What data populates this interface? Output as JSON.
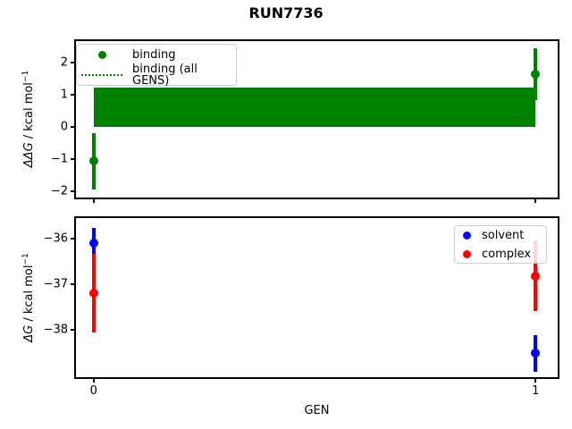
{
  "title": "RUN7736",
  "chart_data": [
    {
      "type": "errorbar",
      "panel": "top",
      "ylabel": {
        "var": "ΔΔG",
        "mid": " / kcal mol",
        "sup": "−1"
      },
      "xlabel": "",
      "xlim": [
        -0.04,
        1.05
      ],
      "ylim": [
        -2.2,
        2.66
      ],
      "grid": false,
      "yticks": [
        {
          "v": 2,
          "label": "2"
        },
        {
          "v": 1,
          "label": "1"
        },
        {
          "v": 0,
          "label": "0"
        },
        {
          "v": -1,
          "label": "−1"
        },
        {
          "v": -2,
          "label": "−2"
        }
      ],
      "xticks": [
        {
          "v": 0,
          "label": ""
        },
        {
          "v": 1,
          "label": ""
        }
      ],
      "series": [
        {
          "name": "binding",
          "color": "#008000",
          "points": [
            {
              "x": 0,
              "y": -1.07,
              "err": 0.87
            },
            {
              "x": 1,
              "y": 1.63,
              "err": 0.8
            }
          ]
        }
      ],
      "band": {
        "name": "binding (all GENS)",
        "color": "#008000",
        "x0": 0,
        "x1": 1,
        "lo": 0.0,
        "hi": 1.22,
        "center": 0.61,
        "line_style": "dotted"
      },
      "legend": {
        "location": "upper left",
        "entries": [
          {
            "label": "binding",
            "marker": "dot",
            "color": "#008000"
          },
          {
            "label": "binding (all GENS)",
            "marker": "dotted-line",
            "color": "#008000"
          }
        ]
      }
    },
    {
      "type": "errorbar",
      "panel": "bottom",
      "ylabel": {
        "var": "ΔG",
        "mid": " / kcal mol",
        "sup": "−1"
      },
      "xlabel": "GEN",
      "xlim": [
        -0.04,
        1.05
      ],
      "ylim": [
        -39.03,
        -35.56
      ],
      "grid": false,
      "yticks": [
        {
          "v": -36,
          "label": "−36"
        },
        {
          "v": -37,
          "label": "−37"
        },
        {
          "v": -38,
          "label": "−38"
        }
      ],
      "xticks": [
        {
          "v": 0,
          "label": "0"
        },
        {
          "v": 1,
          "label": "1"
        }
      ],
      "series": [
        {
          "name": "solvent",
          "color": "#0000ff",
          "points": [
            {
              "x": 0,
              "y": -36.11,
              "err": 0.33
            },
            {
              "x": 1,
              "y": -38.51,
              "err": 0.4
            }
          ]
        },
        {
          "name": "complex",
          "color": "#ff0000",
          "points": [
            {
              "x": 0,
              "y": -37.2,
              "err": 0.86
            },
            {
              "x": 1,
              "y": -36.82,
              "err": 0.77
            }
          ]
        }
      ],
      "legend": {
        "location": "upper right",
        "entries": [
          {
            "label": "solvent",
            "marker": "dot",
            "color": "#0000ff"
          },
          {
            "label": "complex",
            "marker": "dot",
            "color": "#ff0000"
          }
        ]
      }
    }
  ]
}
